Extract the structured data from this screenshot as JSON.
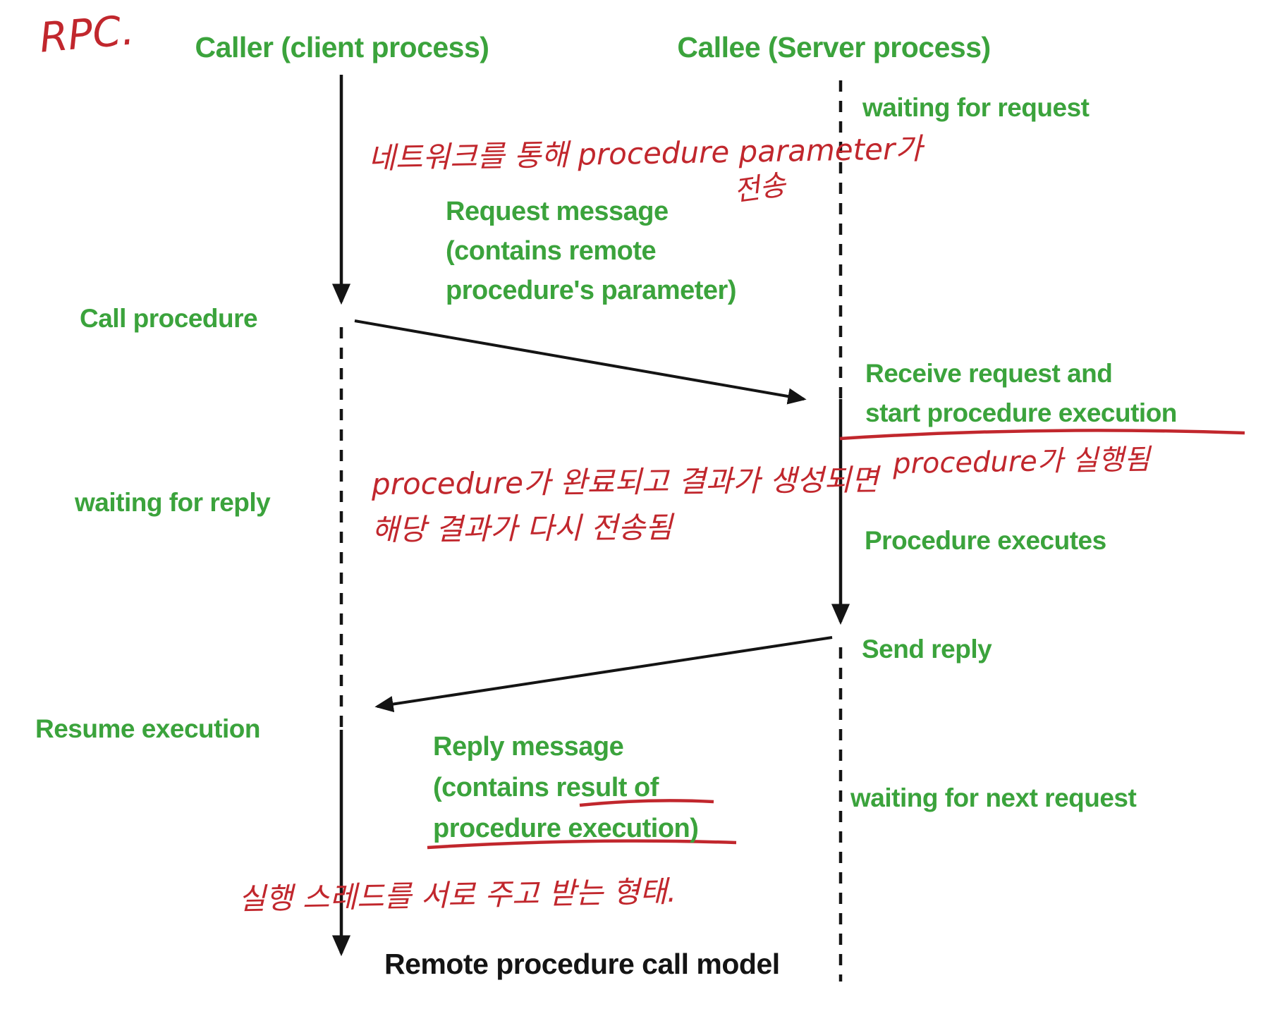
{
  "lifelines": {
    "caller": {
      "header": "Caller (client process)"
    },
    "callee": {
      "header": "Callee (Server process)"
    }
  },
  "caller_events": {
    "call_procedure": "Call procedure",
    "waiting_for_reply": "waiting for reply",
    "resume_execution": "Resume execution"
  },
  "callee_events": {
    "waiting_for_request": "waiting for request",
    "receive_request_line1": "Receive request and",
    "receive_request_line2": "start procedure execution",
    "procedure_executes": "Procedure executes",
    "send_reply": "Send reply",
    "waiting_for_next_request": "waiting for next request"
  },
  "messages": {
    "request": {
      "lines": [
        "Request message",
        "(contains remote",
        "procedure's parameter)"
      ]
    },
    "reply": {
      "lines": [
        "Reply message",
        "(contains result of",
        "procedure execution)"
      ]
    }
  },
  "handwritten_notes": {
    "title": "RPC.",
    "network_transfer_line1": "네트워크를 통해 procedure parameter가",
    "network_transfer_line2": "전송",
    "procedure_running": "procedure가 실행됨",
    "result_return_line1": "procedure가 완료되고 결과가 생성되면",
    "result_return_line2": "해당 결과가 다시 전송됨",
    "thread_exchange": "실행 스레드를 서로 주고 받는 형태."
  },
  "caption": "Remote procedure call model",
  "colors": {
    "label_green": "#3ba33c",
    "handwriting_red": "#c1272d",
    "line_black": "#141414",
    "background": "#ffffff"
  }
}
